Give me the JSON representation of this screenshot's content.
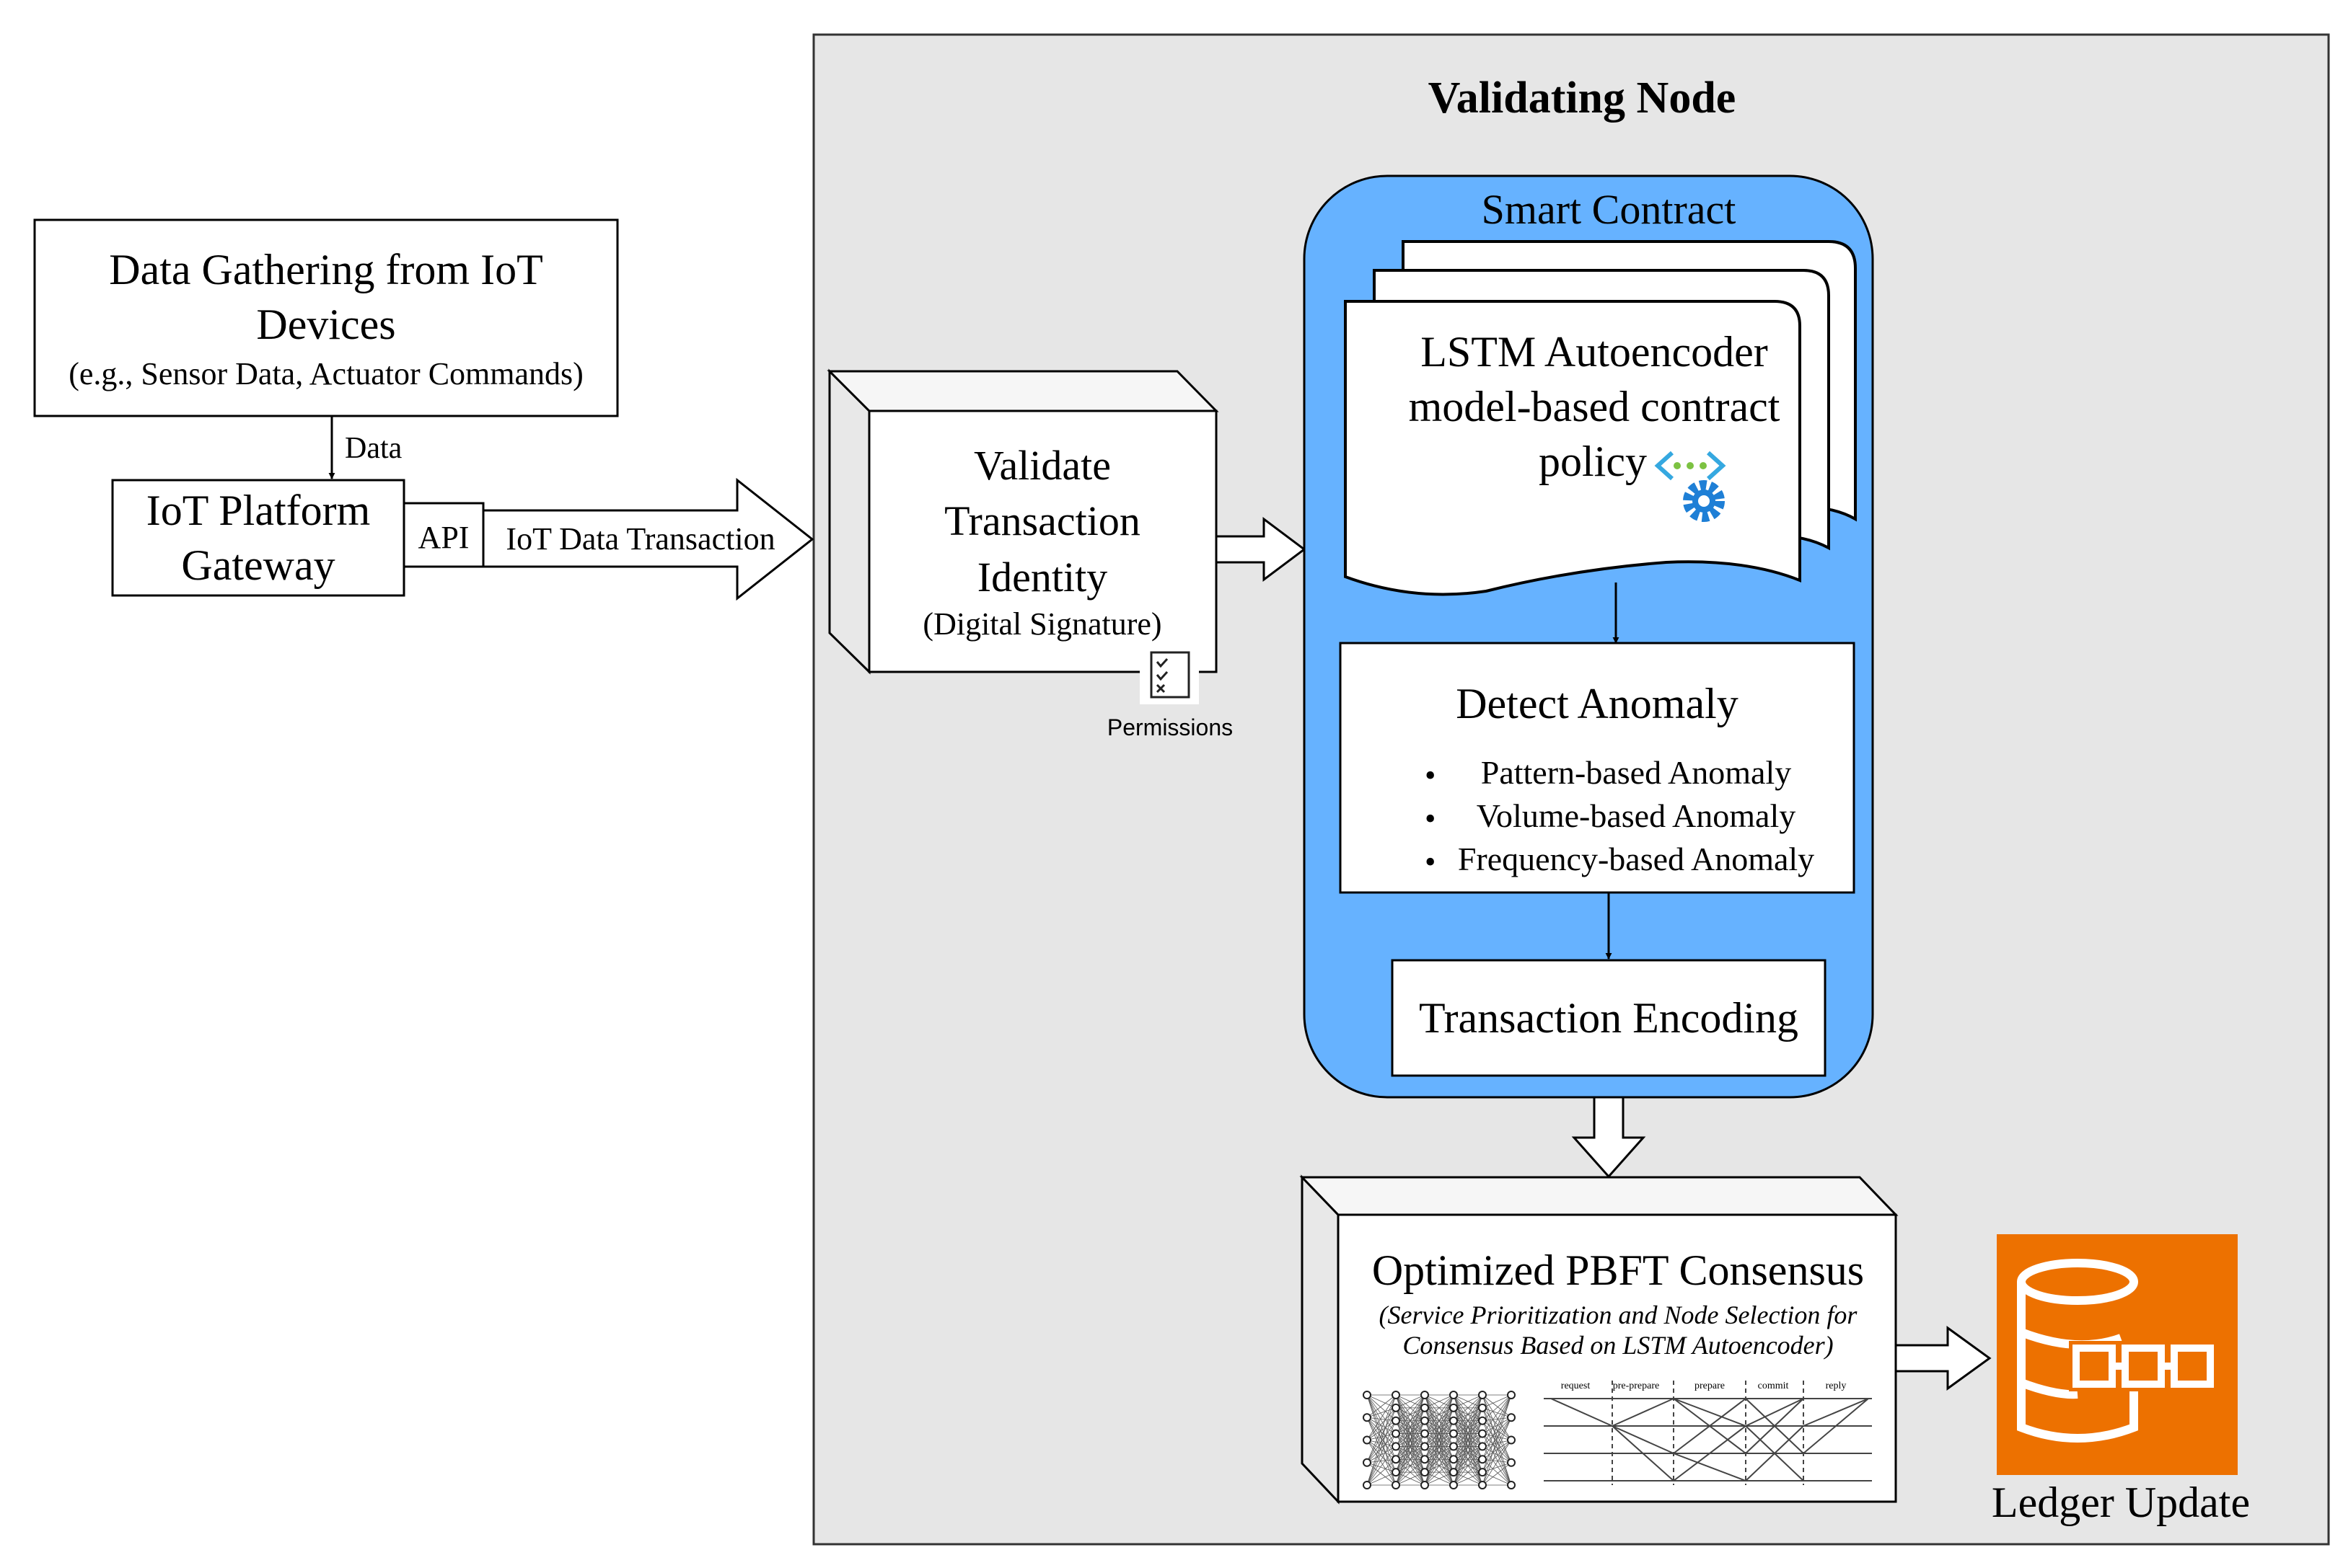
{
  "validating_node": {
    "title": "Validating Node"
  },
  "data_gathering": {
    "line1": "Data Gathering from IoT",
    "line2": "Devices",
    "line3": "(e.g., Sensor Data, Actuator Commands)"
  },
  "data_arrow_label": "Data",
  "gateway": {
    "line1": "IoT Platform",
    "line2": "Gateway",
    "api_label": "API"
  },
  "transaction_arrow_label": "IoT Data Transaction",
  "validate": {
    "line1": "Validate",
    "line2": "Transaction",
    "line3": "Identity",
    "line4": "(Digital Signature)",
    "permissions_label": "Permissions"
  },
  "smart_contract": {
    "title": "Smart Contract",
    "policy_line1": "LSTM Autoencoder",
    "policy_line2": "model-based contract",
    "policy_line3": "policy"
  },
  "detect_anomaly": {
    "title": "Detect Anomaly",
    "items": [
      "Pattern-based Anomaly",
      "Volume-based Anomaly",
      "Frequency-based Anomaly"
    ]
  },
  "encoding": {
    "label": "Transaction Encoding"
  },
  "pbft": {
    "title": "Optimized PBFT Consensus",
    "line2": "(Service Prioritization and Node Selection for",
    "line3": "Consensus Based on LSTM Autoencoder)",
    "phases": [
      "request",
      "pre-prepare",
      "prepare",
      "commit",
      "reply"
    ]
  },
  "ledger": {
    "label": "Ledger Update"
  },
  "colors": {
    "node_bg": "#e6e6e6",
    "smart_contract_bg": "#66b2ff",
    "ledger_orange": "#ed7100",
    "gear_blue": "#1e7fd6",
    "bracket_blue": "#35a8e0",
    "dot_green": "#7cc242"
  }
}
